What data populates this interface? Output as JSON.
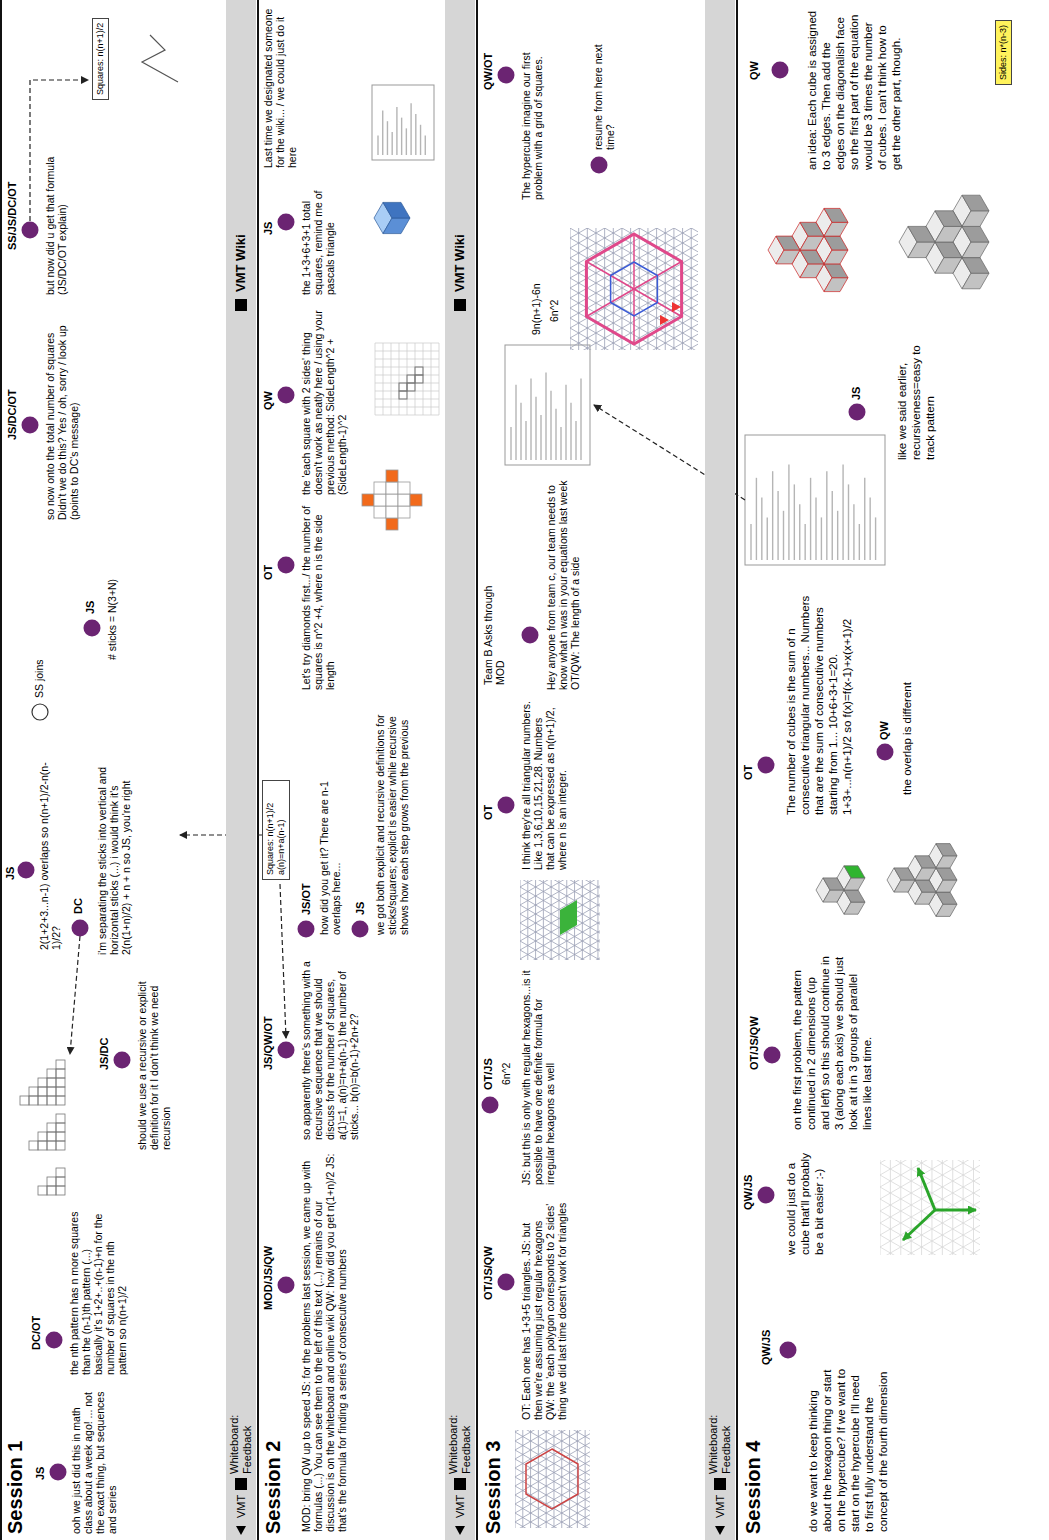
{
  "diagram": {
    "nodes": [
      {
        "text": [
          "Squares: n(n+1)/2"
        ]
      },
      {
        "text": [
          "VMT",
          "Whiteboard: Feedback",
          "VMT Wiki"
        ]
      },
      {
        "text": [
          "Squares: n(n+1)/2 a(n)=n+a(n-1)"
        ]
      },
      {
        "text": [
          "VMT",
          "Whiteboard: Feedback",
          "VMT Wiki"
        ]
      },
      {
        "text": [
          "VMT",
          "Whiteboard: Feedback"
        ]
      },
      {
        "text": [
          "Sides: n*(n-3)"
        ]
      }
    ],
    "labels": [
      "Session 1",
      "JS",
      "ooh we just did this in math class about a week ago! ... not the exact thing, but sequences and series",
      "DC/OT",
      "the nth pattern has n more squares than the (n-1)th pattern (...) basically it's 1+2+..+(n-1)+n for the number of squares in the nth pattern so n(n+1)/2",
      "JS/DC",
      "should we use a recursive or explicit definition for it I don't think we need recursion",
      "JS",
      "2(1+2+3...n-1) overlaps so n(n+1)/2-n(n-1)/2?",
      "DC",
      "i'm separating the sticks into vertical and horizontal sticks (...) i would think it's 2(n(1+n)/2) + n + n so JS, you're right",
      "SS joins",
      "JS",
      "# sticks = N(3+N)",
      "JS/DC/OT",
      "so now onto the total number of squares Didn't we do this? Yes / oh, sorry / look up (points to DC's message)",
      "SS/JS/DC/OT",
      "but now did u get that formula (JS/DC/OT explain)",
      "Session 2",
      "MOD/JS/QW",
      "MOD: bring QW up to speed JS: for the problems last session, we came up with formulas (...) You can see them to the left of this text (...) remains of our discussion is on the whiteboard and online wiki QW: how did you get n(1+n)/2 JS: that's the formula for finding a series of consecutive numbers",
      "JS/QW/OT",
      "so apparently there's something with a recursive sequence that we should discuss for the number of squares, a(1)=1, a(n)=n+a(n-1) the number of sticks... b(n)=b(n-1)+2n+2?",
      "JS/OT",
      "how did you get it? There are n-1 overlaps here...",
      "JS",
      "we got both explicit and recursive definitions for sticks/squares; explicit is easier while recursive shows how each step grows from the previous",
      "OT",
      "Let's try diamonds first.../ the number of squares is n^2 +4, where n is the side length",
      "QW",
      "the 'each square with 2 sides' thing doesn't work as neatly here / using your previous method: SideLength^2 + (SideLength-1)^2",
      "JS",
      "the 1+3+6+3+1 total squares, remind me of pascals triangle",
      "Last time we designated someone for the wiki... / we could just do it here",
      "Session 3",
      "OT/JS/QW",
      "OT: Each one has 1+3+5 triangles. JS: but then we're assuming just regular hexagons QW: the 'each polygon corresponds to 2 sides' thing we did last time doesn't work for triangles",
      "OT/JS",
      "6n^2",
      "JS: but this is only with regular hexagons...is it possible to have one definite formula for irregular hexagons as well",
      "OT",
      "I think they're all triangular numbers. Like 1,3,6,10,15,21,28. Numbers that can be expressed as n(n+1)/2, where n is an integer.",
      "Team B Asks through MOD",
      "Hey anyone from team c, our team needs to know what n was in your equations last week OT/QW: The length of a side",
      "9n(n+1)-6n",
      "6n^2",
      "QW/OT",
      "The hypercube imagine our first problem with a grid of squares.",
      "resume from here next time?",
      "Session 4",
      "QW/JS",
      "do we want to keep thinking about the hexagon thing or start on the hypercube? If we want to start on the hypercube I'll need to first fully understand the concept of the fourth dimension",
      "QW/JS",
      "we could just do a cube that'll probably be a bit easier :-)",
      "OT/JS/QW",
      "on the first problem, the pattern continued in 2 dimensions (up and left) so this should continue in 3 (along each axis) we should just look at it in 3 groups of parallel lines like last time.",
      "OT",
      "The number of cubes is the sum of n consecutive triangular numbers... Numbers that are the sum of consecutive numbers starting from 1... 10+6+3+1=20. 1+3+...n(n+1)/2 so f(x)=f(x-1)+x(x+1)/2",
      "QW",
      "the overlap is different",
      "JS",
      "like we said earlier, recursiveness=easy to track pattern",
      "QW",
      "an idea: Each cube is assigned to 3 edges. Then add the edges on the diagonalish face so the first part of the equation would be 3 times the number of cubes. I can't think how to get the other part, though."
    ]
  }
}
